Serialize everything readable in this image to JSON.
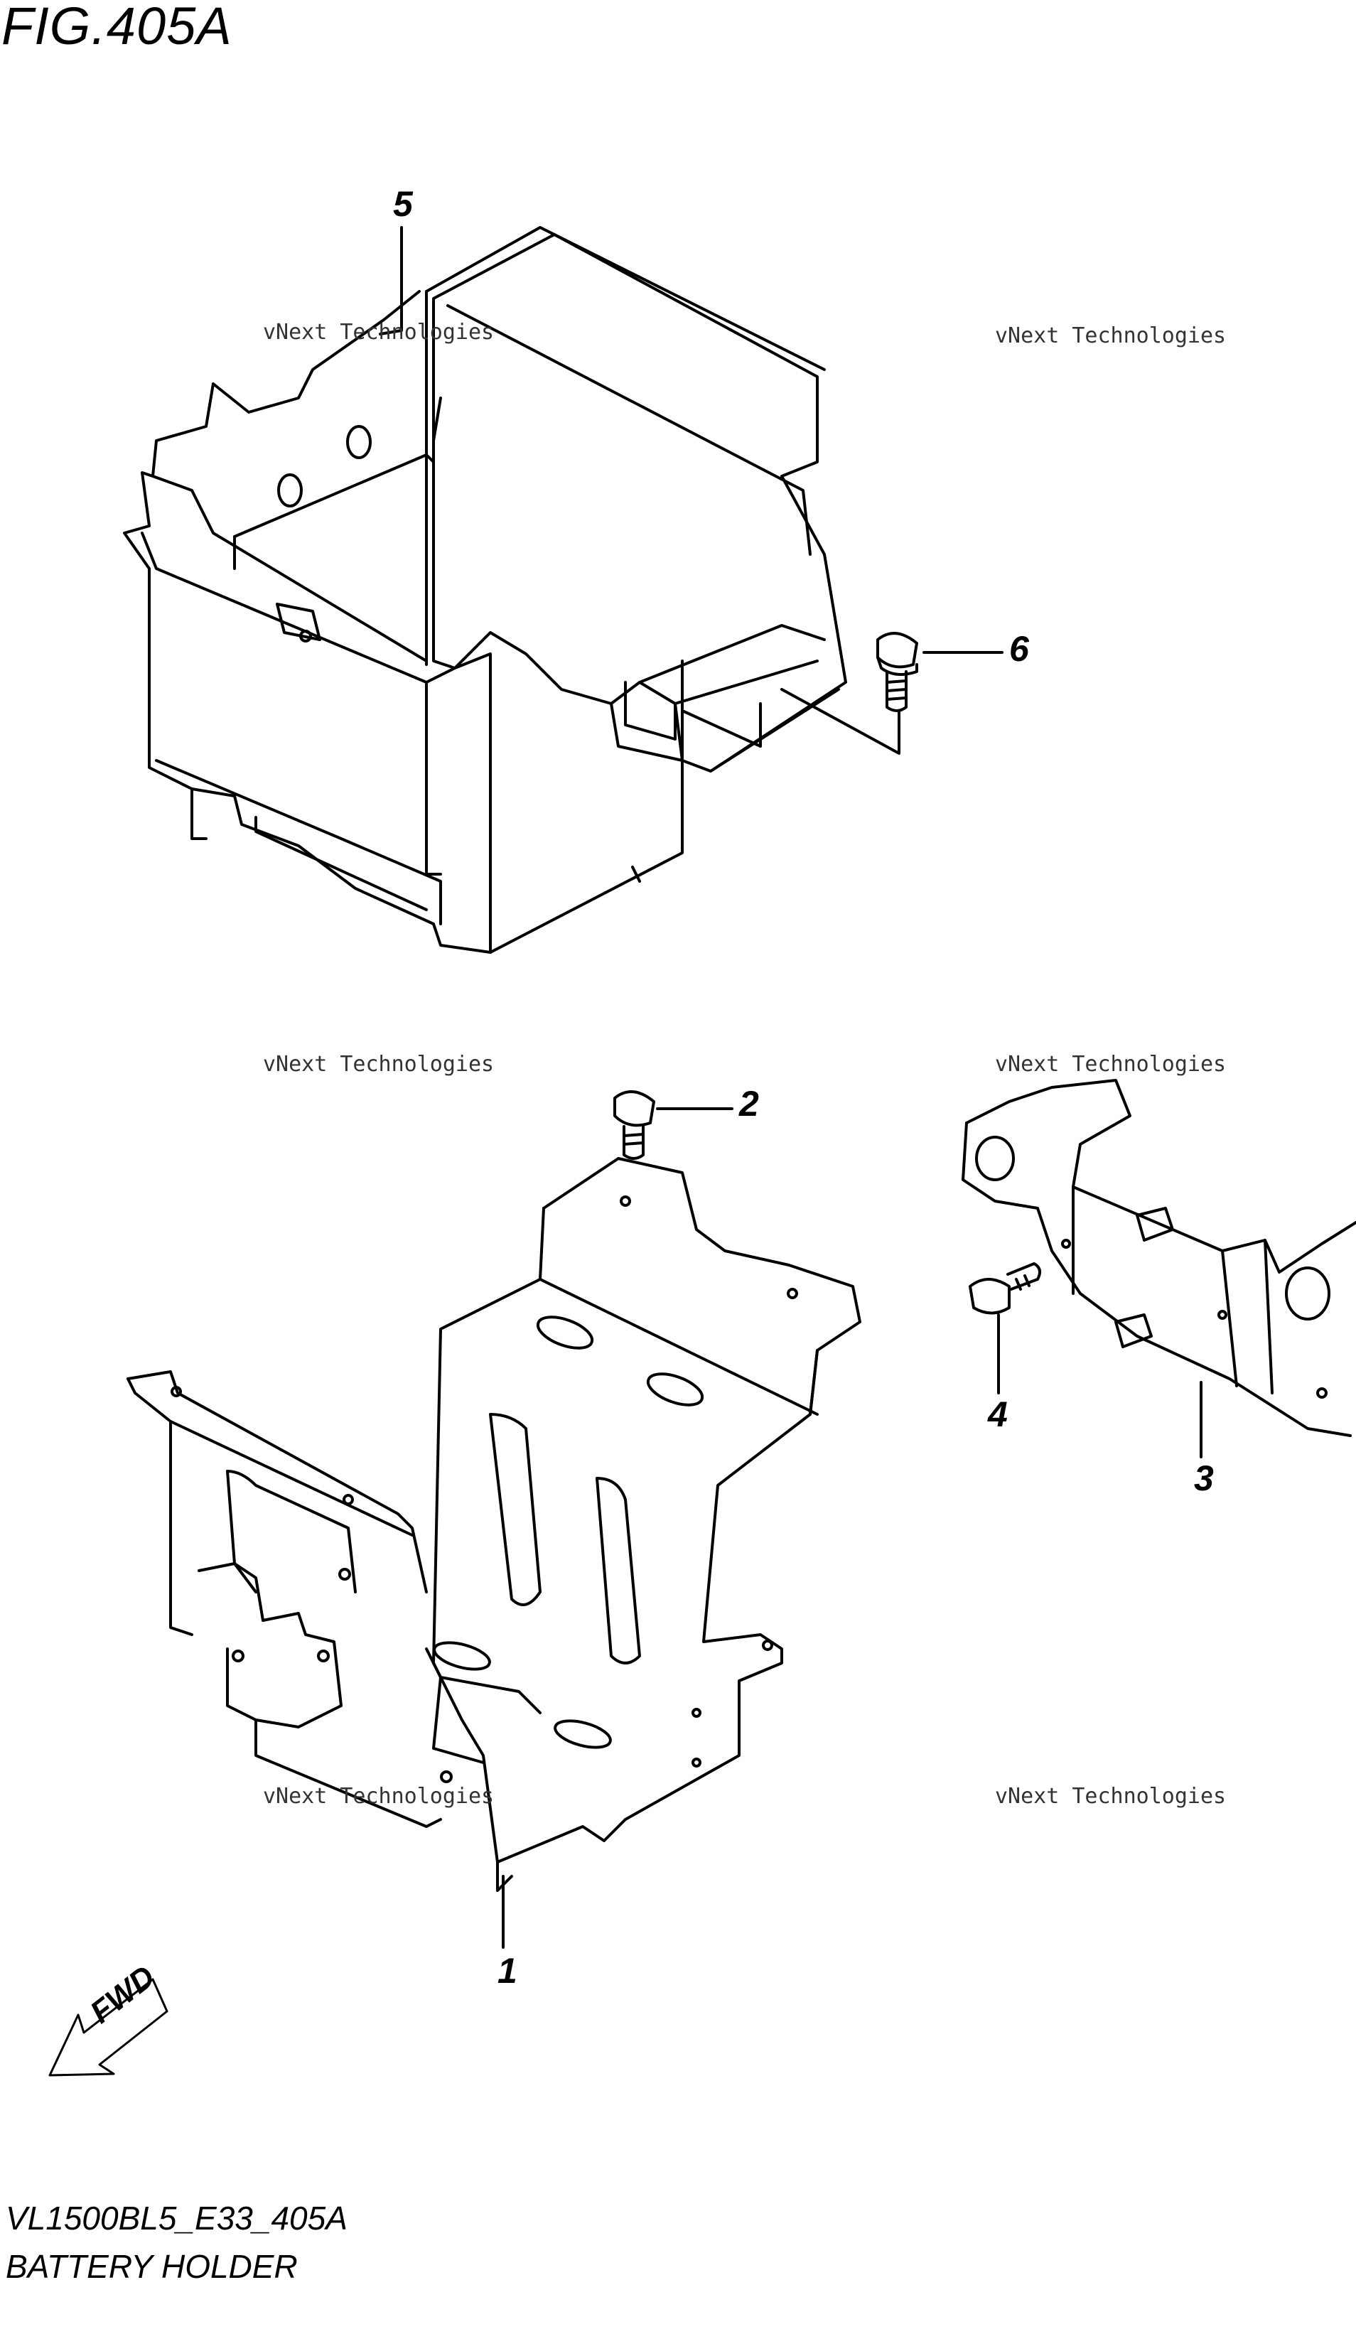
{
  "figure": {
    "title": "FIG.405A",
    "model_code": "VL1500BL5_E33_405A",
    "caption": "BATTERY HOLDER"
  },
  "callouts": [
    {
      "id": "5",
      "label": "5"
    },
    {
      "id": "6",
      "label": "6"
    },
    {
      "id": "2",
      "label": "2"
    },
    {
      "id": "4",
      "label": "4"
    },
    {
      "id": "3",
      "label": "3"
    },
    {
      "id": "1",
      "label": "1"
    }
  ],
  "watermark": {
    "line1": "vNext Technologies",
    "line2": "vNext",
    "line3": "Technologies"
  },
  "direction_indicator": {
    "label": "FWD",
    "icon": "arrow-down-left-icon"
  }
}
